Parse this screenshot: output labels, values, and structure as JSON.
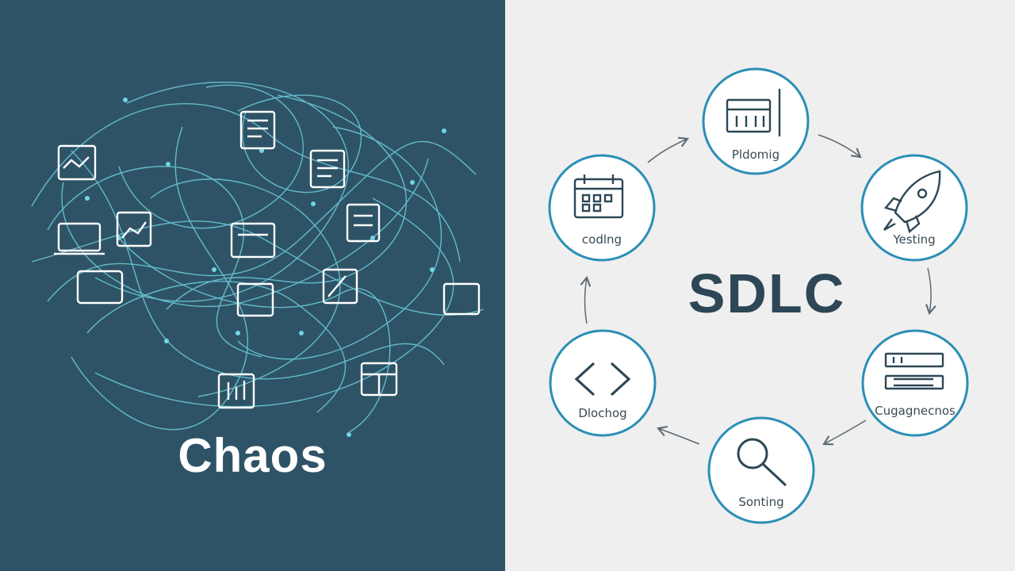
{
  "left_panel": {
    "title": "Chaos",
    "background": "#2f5366",
    "line_color": "#6fd6e6"
  },
  "right_panel": {
    "title": "SDLC",
    "background": "#efefef",
    "ring_color": "#2a8fb5",
    "stages": [
      {
        "label": "Pldomig",
        "icon": "calendar-grid-icon"
      },
      {
        "label": "Yesting",
        "icon": "rocket-icon"
      },
      {
        "label": "Cugagnecnos",
        "icon": "server-rack-icon"
      },
      {
        "label": "Sonting",
        "icon": "magnifier-icon"
      },
      {
        "label": "Dlochog",
        "icon": "code-brackets-icon"
      },
      {
        "label": "codlng",
        "icon": "calendar-icon"
      }
    ]
  }
}
